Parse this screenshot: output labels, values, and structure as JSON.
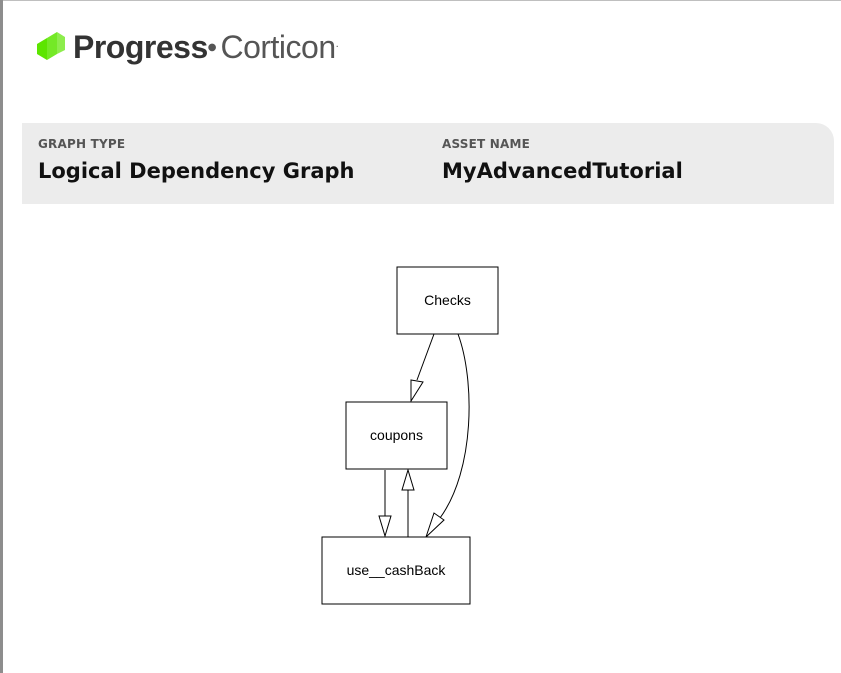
{
  "brand": {
    "name_strong": "Progress",
    "name_light": "Corticon",
    "colors": {
      "logo_green": "#5ce500"
    }
  },
  "info": {
    "graph_type_label": "GRAPH TYPE",
    "graph_type_value": "Logical Dependency Graph",
    "asset_name_label": "ASSET NAME",
    "asset_name_value": "MyAdvancedTutorial"
  },
  "graph": {
    "nodes": [
      {
        "id": "checks",
        "label": "Checks"
      },
      {
        "id": "coupons",
        "label": "coupons"
      },
      {
        "id": "cashback",
        "label": "use__cashBack"
      }
    ],
    "edges": [
      {
        "from": "Checks",
        "to": "coupons"
      },
      {
        "from": "Checks",
        "to": "use__cashBack"
      },
      {
        "from": "coupons",
        "to": "use__cashBack"
      },
      {
        "from": "use__cashBack",
        "to": "coupons"
      }
    ]
  }
}
